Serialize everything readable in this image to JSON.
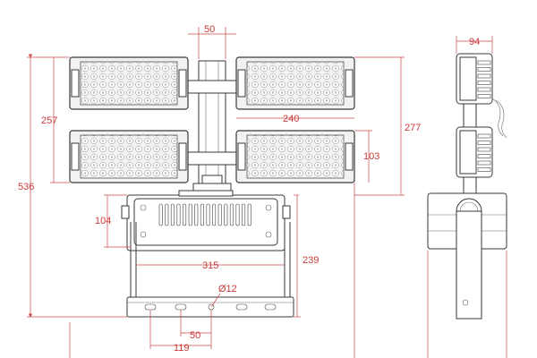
{
  "drawing": {
    "dimensions": {
      "top_center_gap": "50",
      "panel_height": "257",
      "total_height": "536",
      "right_height": "277",
      "panel_spacing": "240",
      "lower_panel_height": "103",
      "box_height": "104",
      "bracket_height": "239",
      "box_width": "315",
      "hole_diameter": "Ø12",
      "hole_spacing_a": "50",
      "hole_spacing_b": "119",
      "side_depth": "94"
    }
  }
}
